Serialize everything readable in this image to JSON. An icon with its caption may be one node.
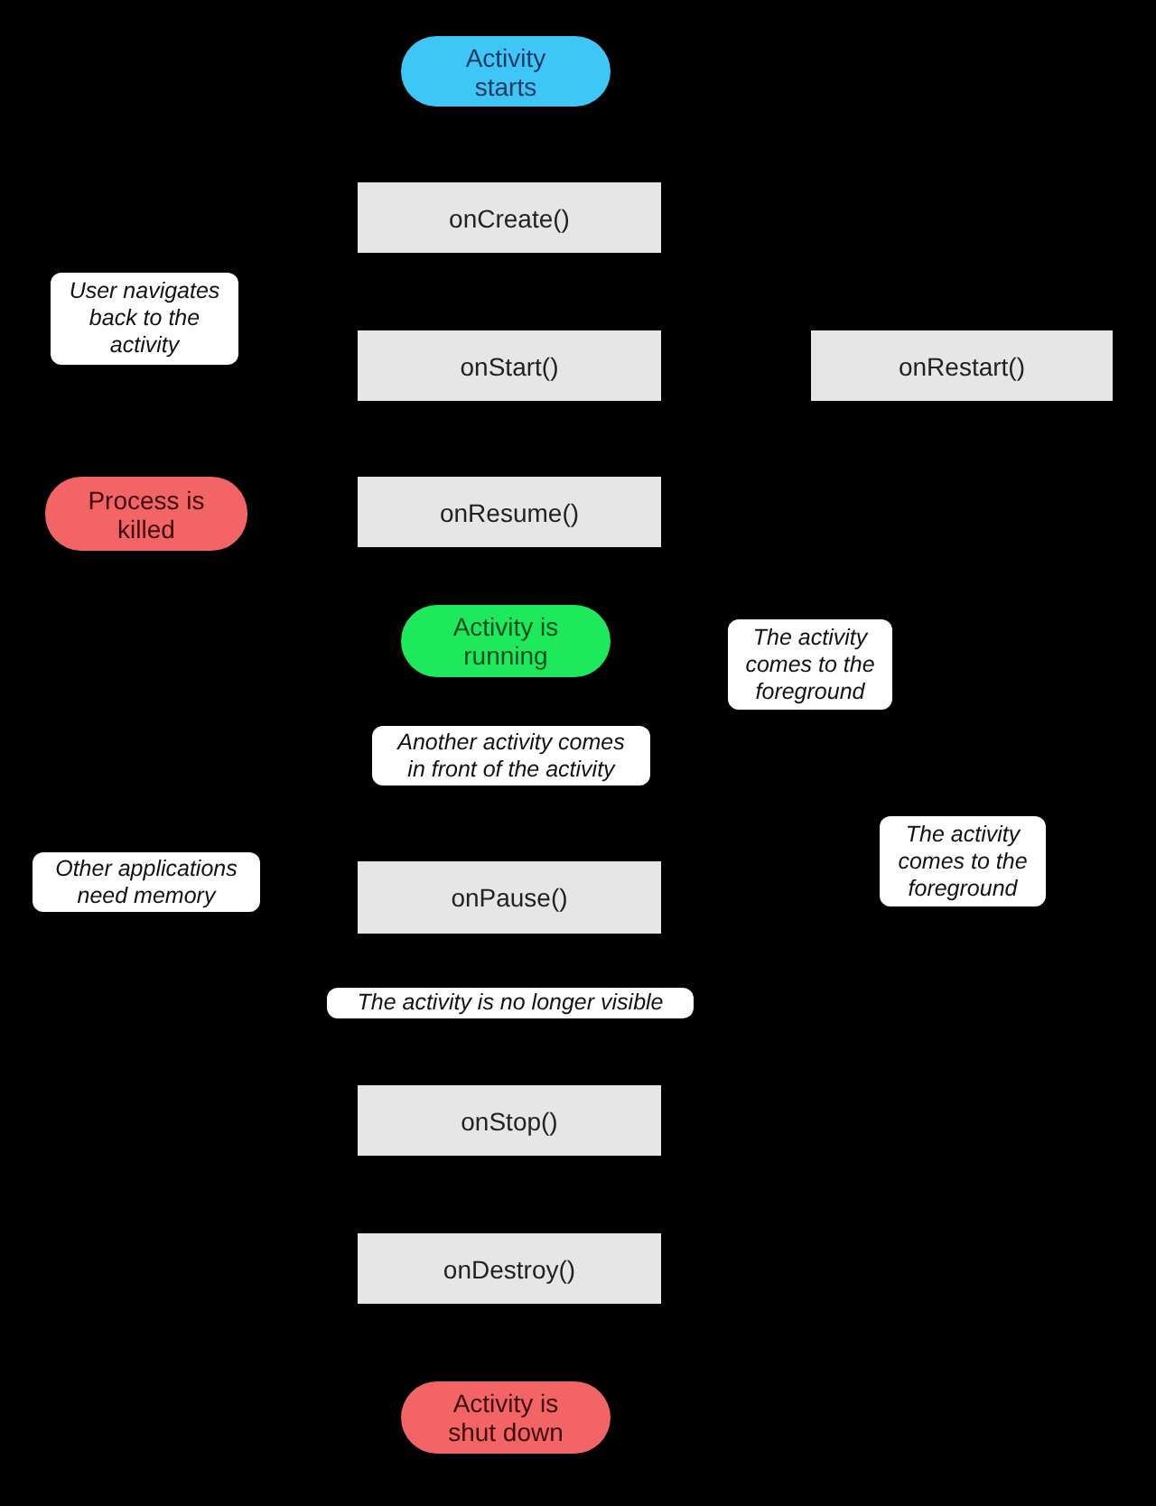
{
  "diagram": {
    "nodes": [
      {
        "text": [
          "Activity starts"
        ]
      },
      {
        "text": [
          "onCreate()"
        ]
      },
      {
        "text": [
          "User navigates back to the activity"
        ]
      },
      {
        "text": [
          "onStart()"
        ]
      },
      {
        "text": [
          "onRestart()"
        ]
      },
      {
        "text": [
          "Process is killed"
        ]
      },
      {
        "text": [
          "onResume()"
        ]
      },
      {
        "text": [
          "Activity is running"
        ]
      },
      {
        "text": [
          "The activity comes to the foreground"
        ]
      },
      {
        "text": [
          "Another activity comes in front of the activity"
        ]
      },
      {
        "text": [
          "Other applications need memory"
        ]
      },
      {
        "text": [
          "onPause()"
        ]
      },
      {
        "text": [
          "The activity comes to the foreground"
        ]
      },
      {
        "text": [
          "The activity is no longer visible"
        ]
      },
      {
        "text": [
          "onStop()"
        ]
      },
      {
        "text": [
          "onDestroy()"
        ]
      },
      {
        "text": [
          "Activity is shut down"
        ]
      }
    ]
  }
}
